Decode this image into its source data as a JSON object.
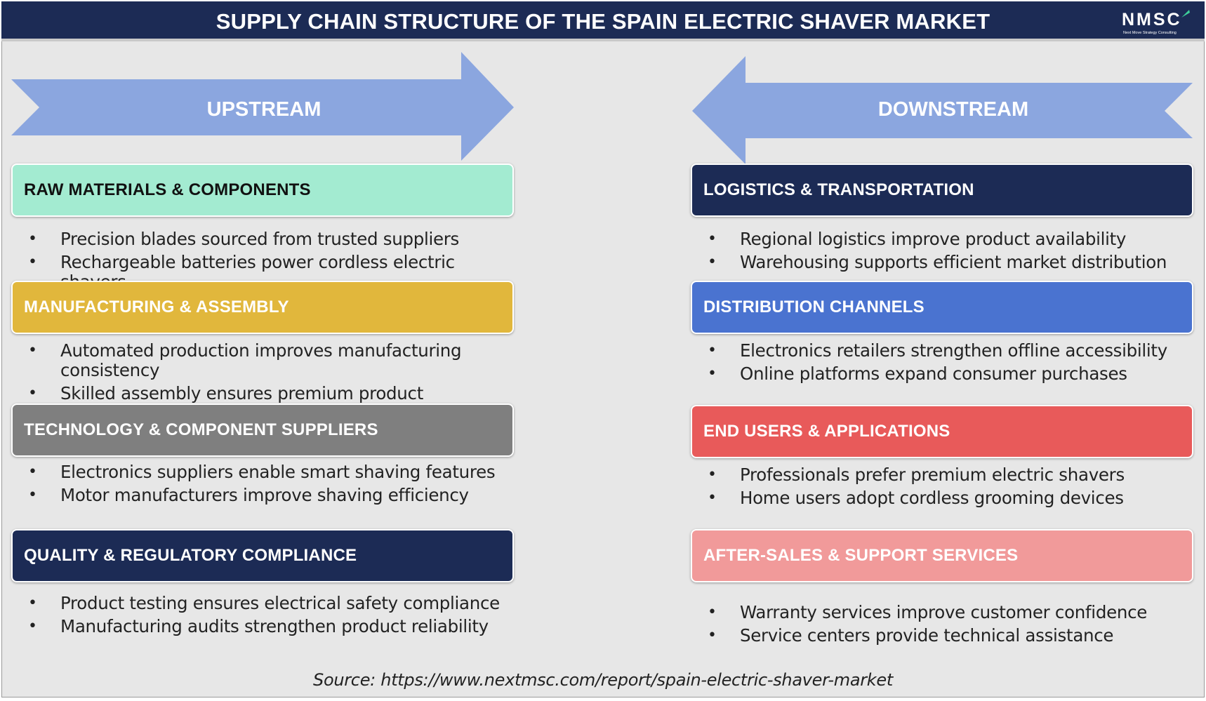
{
  "title": "SUPPLY CHAIN STRUCTURE OF THE SPAIN ELECTRIC SHAVER MARKET",
  "logo": {
    "text": "NMSC",
    "tagline": "Next Move Strategy Consulting"
  },
  "colors": {
    "header_bg": "#1c2b55",
    "frame_bg": "#e7e7e7",
    "arrow": "#8ba6df",
    "mint": "#a3ebd1",
    "gold": "#e1b73c",
    "gray": "#7f7f7f",
    "navy": "#1c2b55",
    "blue": "#4a73d0",
    "red": "#e85a5a",
    "pink": "#f19a9a"
  },
  "upstream": {
    "label": "UPSTREAM",
    "sections": [
      {
        "title": "RAW MATERIALS & COMPONENTS",
        "color": "#a3ebd1",
        "text_color": "#111111",
        "bullets": [
          "Precision blades sourced from trusted suppliers",
          "Rechargeable batteries power cordless electric shavers"
        ]
      },
      {
        "title": "MANUFACTURING & ASSEMBLY",
        "color": "#e1b73c",
        "text_color": "#ffffff",
        "bullets": [
          "Automated production improves manufacturing consistency",
          "Skilled assembly ensures premium product quality"
        ]
      },
      {
        "title": "TECHNOLOGY & COMPONENT SUPPLIERS",
        "color": "#7f7f7f",
        "text_color": "#ffffff",
        "bullets": [
          "Electronics suppliers enable smart shaving features",
          "Motor manufacturers improve shaving efficiency"
        ]
      },
      {
        "title": "QUALITY & REGULATORY COMPLIANCE",
        "color": "#1c2b55",
        "text_color": "#ffffff",
        "bullets": [
          "Product testing ensures electrical safety compliance",
          "Manufacturing audits strengthen product reliability"
        ]
      }
    ]
  },
  "downstream": {
    "label": "DOWNSTREAM",
    "sections": [
      {
        "title": "LOGISTICS & TRANSPORTATION",
        "color": "#1c2b55",
        "text_color": "#ffffff",
        "bullets": [
          "Regional logistics improve product availability",
          "Warehousing supports efficient market distribution"
        ]
      },
      {
        "title": "DISTRIBUTION CHANNELS",
        "color": "#4a73d0",
        "text_color": "#ffffff",
        "bullets": [
          "Electronics retailers strengthen offline accessibility",
          "Online platforms expand consumer purchases"
        ]
      },
      {
        "title": "END USERS & APPLICATIONS",
        "color": "#e85a5a",
        "text_color": "#ffffff",
        "bullets": [
          "Professionals prefer premium electric shavers",
          "Home users adopt cordless grooming devices"
        ]
      },
      {
        "title": "AFTER-SALES & SUPPORT SERVICES",
        "color": "#f19a9a",
        "text_color": "#ffffff",
        "bullets": [
          "Warranty services improve customer confidence",
          "Service centers provide technical assistance"
        ]
      }
    ]
  },
  "source": "Source: https://www.nextmsc.com/report/spain-electric-shaver-market"
}
